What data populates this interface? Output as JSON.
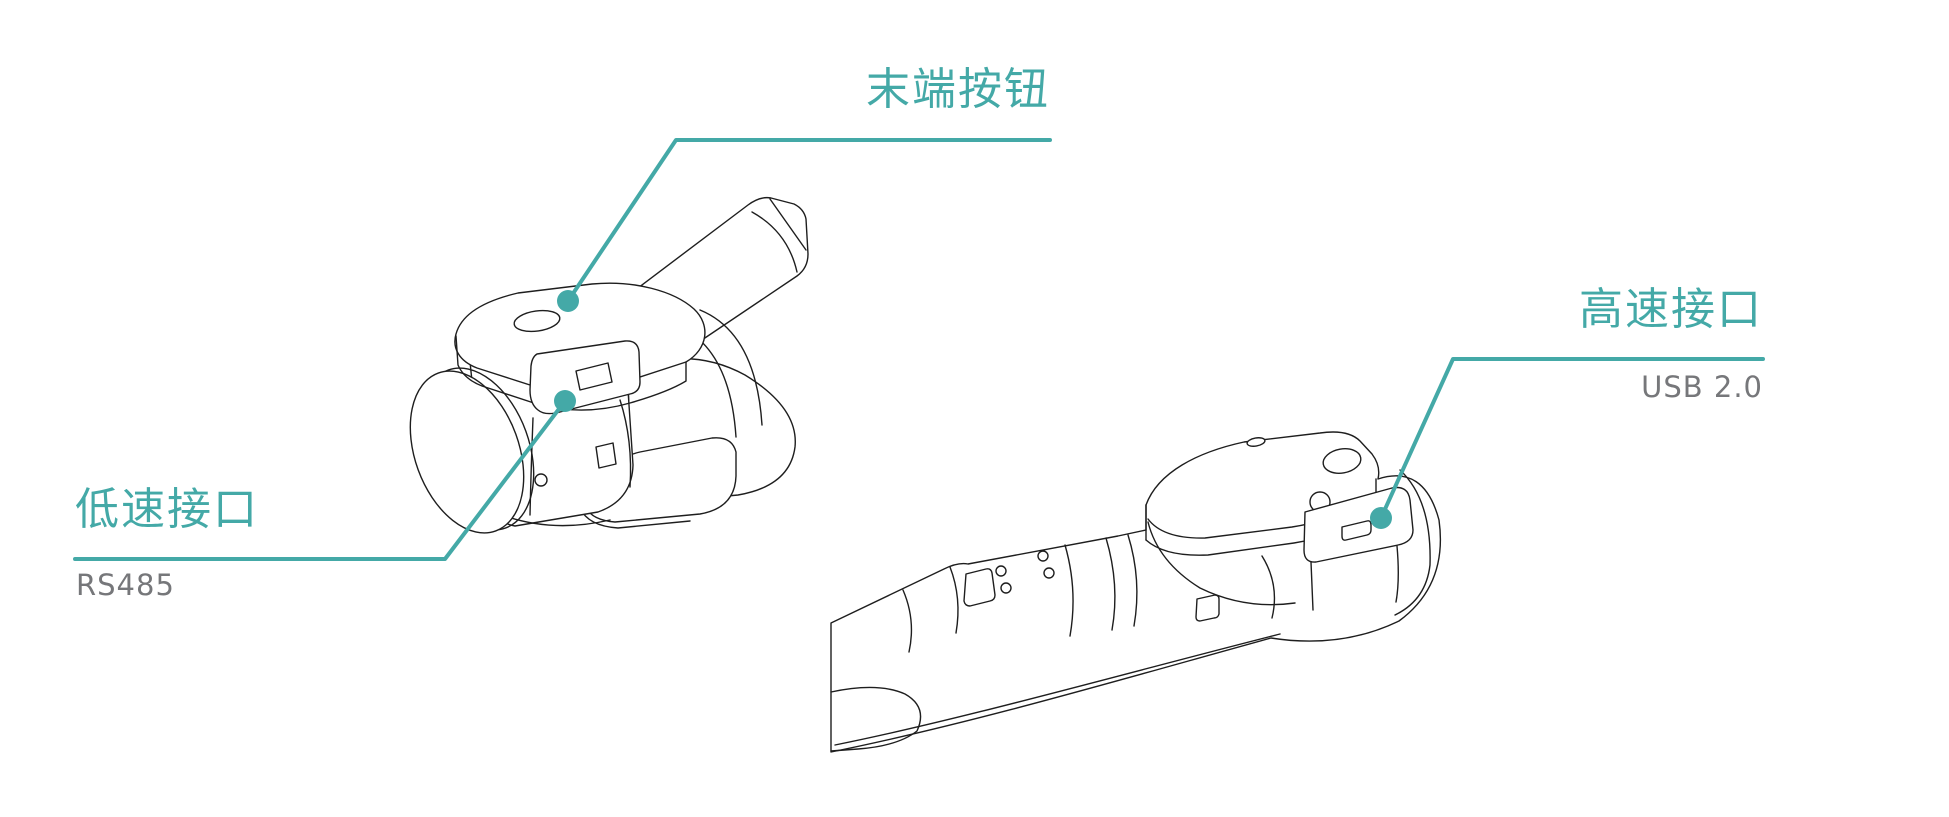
{
  "page": {
    "background": "#ffffff"
  },
  "colors": {
    "accent": "#44a9a7",
    "line_art": "#1e1e1e",
    "sublabel": "#76777a"
  },
  "callouts": {
    "end_button": {
      "label": "末端按钮"
    },
    "low_speed": {
      "label": "低速接口",
      "sublabel": "RS485"
    },
    "high_speed": {
      "label": "高速接口",
      "sublabel": "USB 2.0"
    }
  }
}
